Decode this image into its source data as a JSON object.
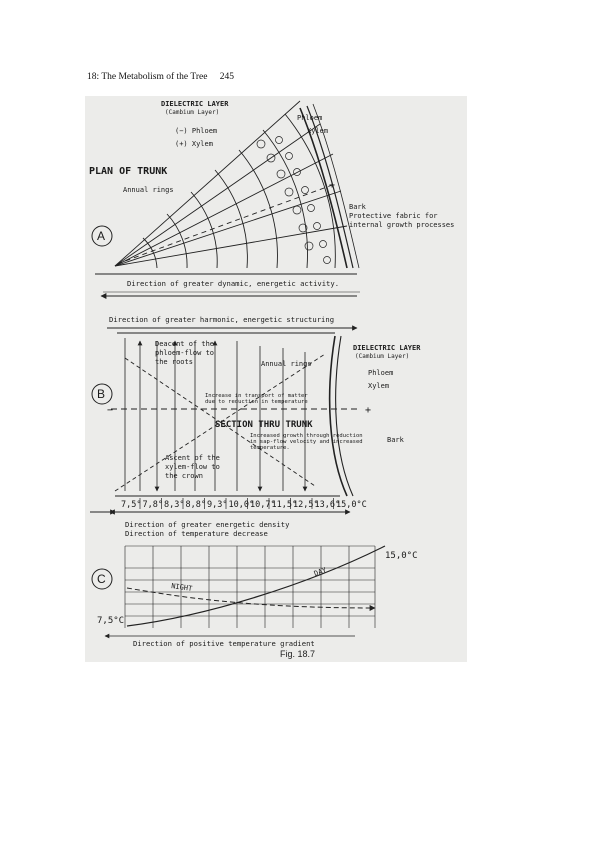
{
  "header": {
    "running_head": "18: The Metabolism of the Tree",
    "page_number": "245"
  },
  "panel_a": {
    "letter": "A",
    "title": "PLAN OF TRUNK",
    "dielectric_layer": "DIELECTRIC LAYER",
    "cambium_layer": "(Cambium Layer)",
    "phloem_label": "(−) Phloem",
    "xylem_label": "(+) Xylem",
    "phloem": "Phloem",
    "xylem": "Xylem",
    "annual_rings": "Annual rings",
    "bark": "Bark",
    "protective_1": "Protective fabric for",
    "protective_2": "internal growth processes",
    "arrow_text": "Direction of greater dynamic, energetic activity."
  },
  "panel_b": {
    "letter": "B",
    "top_arrow_text": "Direction of greater harmonic, energetic structuring",
    "descent_1": "Deacent of the",
    "descent_2": "phloem-flow to",
    "descent_3": "the roots",
    "annual_rings": "Annual rings",
    "dielectric_layer": "DIELECTRIC LAYER",
    "cambium_layer": "(Cambium Layer)",
    "phloem": "Phloem",
    "xylem": "Xylem",
    "increase_1": "Increase in transport of matter",
    "increase_2": "due to reduction in temperature",
    "section_title": "SECTION THRU TRUNK",
    "growth_1": "Increased growth through reduction",
    "growth_2": "in sap-flow velocity and increased",
    "growth_3": "temperature.",
    "ascent_1": "Ascent of the",
    "ascent_2": "xylem-flow to",
    "ascent_3": "the crown",
    "bark": "Bark",
    "temperatures": [
      "7,5°",
      "7,8°",
      "8,3°",
      "8,8°",
      "9,3°",
      "10,0°",
      "10,7°",
      "11,5°",
      "12,5°",
      "13,6°",
      "15,0°C"
    ],
    "density_text": "Direction of greater energetic density",
    "temp_decrease_text": "Direction of temperature decrease"
  },
  "panel_c": {
    "letter": "C",
    "temp_high": "15,0°C",
    "temp_low": "7,5°C",
    "night": "NIGHT",
    "day": "DAY",
    "gradient_text": "Direction of positive temperature gradient"
  },
  "caption": "Fig. 18.7"
}
